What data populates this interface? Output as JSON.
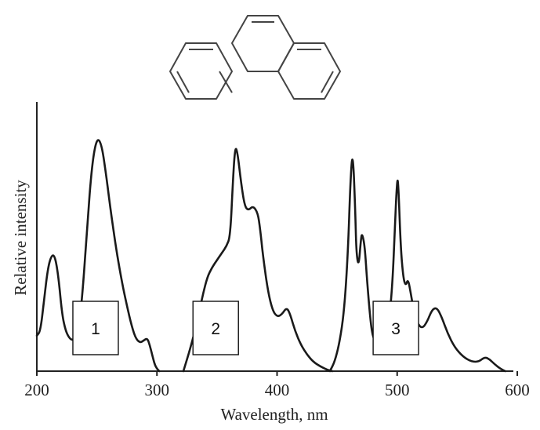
{
  "chart_data": {
    "type": "line",
    "title": "",
    "xlabel": "Wavelength, nm",
    "ylabel": "Relative intensity",
    "xlim": [
      200,
      600
    ],
    "ylim": [
      0,
      1
    ],
    "x_ticks": [
      200,
      300,
      400,
      500,
      600
    ],
    "x_tick_labels": [
      "200",
      "300",
      "400",
      "500",
      "600"
    ],
    "grid": false,
    "legend": "none",
    "line_color": "#1a1a1a",
    "molecule_icon": "phenanthrene-structure",
    "series": [
      {
        "label": "1",
        "x": [
          200,
          203,
          206,
          209,
          212,
          215,
          218,
          221,
          224,
          227,
          230,
          234,
          238,
          242,
          246,
          250,
          254,
          258,
          262,
          266,
          270,
          274,
          278,
          282,
          286,
          289,
          292,
          294,
          296,
          298,
          300,
          302
        ],
        "y": [
          0.15,
          0.17,
          0.3,
          0.43,
          0.49,
          0.49,
          0.4,
          0.24,
          0.17,
          0.14,
          0.13,
          0.15,
          0.32,
          0.62,
          0.88,
          0.99,
          0.96,
          0.82,
          0.66,
          0.52,
          0.4,
          0.3,
          0.21,
          0.14,
          0.12,
          0.13,
          0.14,
          0.11,
          0.07,
          0.03,
          0.01,
          0.0
        ]
      },
      {
        "label": "2",
        "x": [
          322,
          328,
          334,
          338,
          342,
          346,
          350,
          354,
          358,
          361,
          363,
          365,
          367,
          370,
          373,
          376,
          380,
          384,
          386,
          388,
          392,
          396,
          400,
          404,
          408,
          411,
          415,
          420,
          425,
          430,
          436,
          442,
          446
        ],
        "y": [
          0.0,
          0.1,
          0.22,
          0.32,
          0.4,
          0.44,
          0.47,
          0.5,
          0.53,
          0.57,
          0.78,
          0.95,
          0.93,
          0.8,
          0.7,
          0.68,
          0.7,
          0.67,
          0.6,
          0.5,
          0.35,
          0.26,
          0.23,
          0.24,
          0.27,
          0.24,
          0.17,
          0.11,
          0.07,
          0.04,
          0.02,
          0.005,
          0.0
        ]
      },
      {
        "label": "3",
        "x": [
          444,
          448,
          452,
          456,
          459,
          461,
          463,
          465,
          466,
          468,
          470,
          471,
          473,
          475,
          478,
          480,
          483,
          486,
          490,
          493,
          496,
          498,
          500,
          501,
          503,
          505,
          507,
          509,
          511,
          514,
          517,
          521,
          525,
          529,
          533,
          537,
          542,
          548,
          555,
          562,
          568,
          573,
          577,
          581,
          586,
          590
        ],
        "y": [
          0.0,
          0.04,
          0.12,
          0.26,
          0.5,
          0.8,
          0.94,
          0.7,
          0.5,
          0.44,
          0.57,
          0.58,
          0.53,
          0.38,
          0.2,
          0.14,
          0.12,
          0.13,
          0.14,
          0.2,
          0.36,
          0.6,
          0.82,
          0.79,
          0.52,
          0.4,
          0.36,
          0.39,
          0.34,
          0.25,
          0.2,
          0.18,
          0.21,
          0.26,
          0.27,
          0.23,
          0.16,
          0.1,
          0.06,
          0.04,
          0.04,
          0.06,
          0.05,
          0.03,
          0.01,
          0.0
        ]
      }
    ]
  }
}
